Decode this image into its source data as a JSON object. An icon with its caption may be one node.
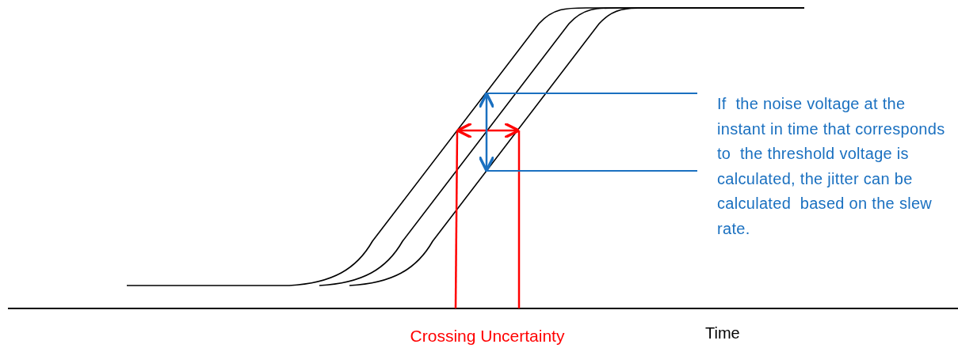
{
  "diagram": {
    "labels": [
      "If  the noise voltage at the instant in time that corresponds to  the threshold voltage is calculated, the jitter can be calculated  based on the slew rate.",
      "Crossing Uncertainty",
      "Time"
    ]
  }
}
